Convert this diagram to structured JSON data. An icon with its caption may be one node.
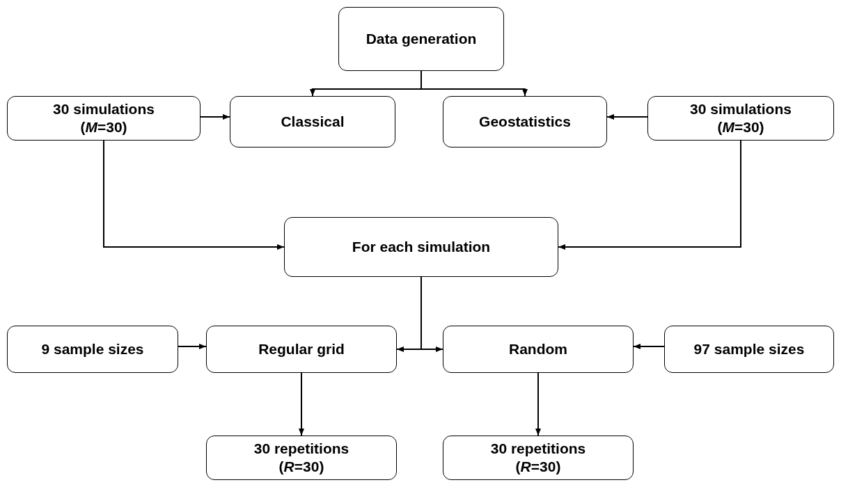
{
  "diagram": {
    "nodes": [
      {
        "text": [
          "Data generation"
        ]
      },
      {
        "text": [
          "30 simulations (*M*=30)"
        ]
      },
      {
        "text": [
          "Classical"
        ]
      },
      {
        "text": [
          "Geostatistics"
        ]
      },
      {
        "text": [
          "30 simulations (*M*=30)"
        ]
      },
      {
        "text": [
          "For each simulation"
        ]
      },
      {
        "text": [
          "9 sample sizes"
        ]
      },
      {
        "text": [
          "Regular grid"
        ]
      },
      {
        "text": [
          "Random"
        ]
      },
      {
        "text": [
          "97 sample sizes"
        ]
      },
      {
        "text": [
          "30 repetitions (*R*=30)"
        ]
      },
      {
        "text": [
          "30 repetitions (*R*=30)"
        ]
      }
    ],
    "edges": [
      {
        "from": 0,
        "to": 2,
        "arrow": "to"
      },
      {
        "from": 0,
        "to": 3,
        "arrow": "to"
      },
      {
        "from": 1,
        "to": 2,
        "arrow": "to"
      },
      {
        "from": 4,
        "to": 3,
        "arrow": "to"
      },
      {
        "from": 1,
        "to": 5,
        "arrow": "to"
      },
      {
        "from": 4,
        "to": 5,
        "arrow": "to"
      },
      {
        "from": 5,
        "to": 7,
        "arrow": "to"
      },
      {
        "from": 5,
        "to": 8,
        "arrow": "to"
      },
      {
        "from": 6,
        "to": 7,
        "arrow": "to"
      },
      {
        "from": 9,
        "to": 8,
        "arrow": "to"
      },
      {
        "from": 7,
        "to": 10,
        "arrow": "to"
      },
      {
        "from": 8,
        "to": 11,
        "arrow": "to"
      }
    ]
  }
}
